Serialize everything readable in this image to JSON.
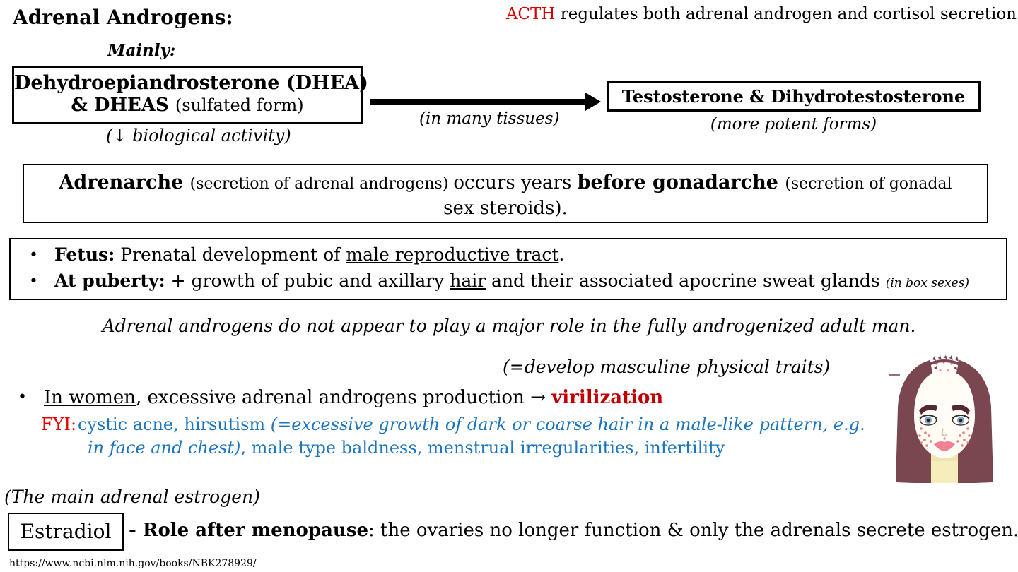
{
  "colors": {
    "acth_red": "#d40000",
    "fyi_red": "#e60000",
    "virilization_red": "#c00000",
    "fyi_blue": "#1d76bd",
    "text_black": "#000000",
    "background": "#ffffff"
  },
  "glyphs": {
    "bullet": "•"
  },
  "header": {
    "title": "Adrenal Androgens:",
    "acth_highlight": "ACTH",
    "acth_rest": " regulates both adrenal androgen and cortisol secretion"
  },
  "dhea": {
    "mainly_label": "Mainly:",
    "box_line1": "Dehydroepiandrosterone (DHEA)",
    "box_line2_bold": "& DHEAS ",
    "box_line2_normal": "(sulfated form)",
    "below_note": "(↓ biological activity)",
    "arrow_label": "(in many tissues)"
  },
  "testosterone": {
    "box_text": "Testosterone & Dihydrotestosterone",
    "below_note": "(more potent forms)"
  },
  "adrenarche": {
    "seg1_bold": "Adrenarche ",
    "seg2_small": "(secretion of adrenal androgens) ",
    "seg3_normal": "occurs years ",
    "seg4_bold": "before gonadarche ",
    "seg5_small": "(secretion of gonadal",
    "line2": "sex steroids)."
  },
  "effects_box": {
    "bullet1": {
      "label": "Fetus:",
      "pre": " Prenatal development of ",
      "underlined": "male reproductive tract",
      "post": "."
    },
    "bullet2": {
      "label": "At puberty:",
      "pre": " + growth of pubic and axillary ",
      "underlined": "hair",
      "post": " and their associated apocrine sweat glands ",
      "note": "(in box sexes)"
    }
  },
  "adult_man_note": "Adrenal androgens do not appear to play a major role in the fully androgenized adult man.",
  "virilization": {
    "definition_note": "(=develop masculine physical traits)",
    "bullet_underlined": "In women",
    "bullet_mid": ", excessive adrenal androgens production → ",
    "bullet_highlight": "virilization",
    "fyi_label": "FYI:",
    "line1_normal": "cystic acne, hirsutism ",
    "line1_italic": "(=excessive growth of dark or coarse hair in a male-like pattern, e.g.",
    "line2_italic": "in face and chest)",
    "line2_normal": ", male type baldness, menstrual irregularities, infertility"
  },
  "estradiol": {
    "note": "(The main adrenal estrogen)",
    "box_text": "Estradiol",
    "line_bold": "- Role after menopause",
    "line_rest": ": the ovaries no longer function & only the adrenals secrete estrogen."
  },
  "footer": {
    "source_url": "https://www.ncbi.nlm.nih.gov/books/NBK278929/"
  },
  "illustration": {
    "name": "woman-with-pattern-baldness-and-acne",
    "hair_color": "#7a4650",
    "skin_color": "#fffdf6",
    "acne_color": "#ec8080",
    "lip_color": "#ef8096",
    "neck_color": "#f6edbd",
    "iris_color": "#7ca3c4"
  }
}
